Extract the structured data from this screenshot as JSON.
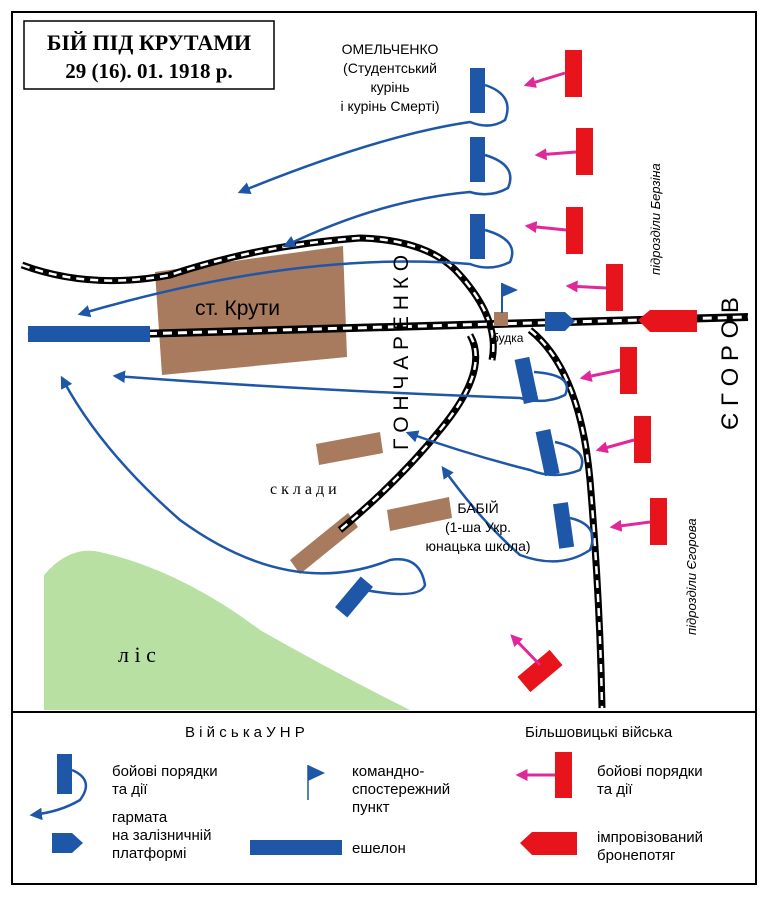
{
  "title": {
    "line1": "БІЙ ПІД КРУТАМИ",
    "line2": "29 (16). 01. 1918 р."
  },
  "places": {
    "station": "ст. Крути",
    "booth": "будка",
    "warehouses": "с к л а д и",
    "forest": "л   і   с"
  },
  "units": {
    "omelchenko": [
      "ОМЕЛЬЧЕНКО",
      "(Студентський",
      "курінь",
      "і курінь Смерті)"
    ],
    "babiy": [
      "БАБІЙ",
      "(1-ша Укр.",
      "юнацька школа)"
    ],
    "goncharenko": "Г О Н Ч А Р Е Н К О",
    "yegorov": "Є Г О Р О В",
    "berzin_units": "підрозділи Берзіна",
    "yegorov_units": "підрозділи Єгорова"
  },
  "legend": {
    "unr_title": "В і й с ь к а   У Н Р",
    "bolshevik_title": "Більшовицькі війська",
    "unr_battle": [
      "бойові порядки",
      "та дії"
    ],
    "command_post": [
      "командно-",
      "спостережний",
      "пункт"
    ],
    "gun_platform": [
      "гармата",
      "на залізничній",
      "платформі"
    ],
    "echelon": "ешелон",
    "bolshevik_battle": [
      "бойові порядки",
      "та дії"
    ],
    "armored_train": [
      "імпровізований",
      "бронепотяг"
    ]
  },
  "colors": {
    "unr_blue": "#1e56a8",
    "bolshevik_red": "#e8141b",
    "bolshevik_arrow": "#e0289a",
    "station_brown": "#a87a5e",
    "forest_green": "#b9e0a3"
  }
}
